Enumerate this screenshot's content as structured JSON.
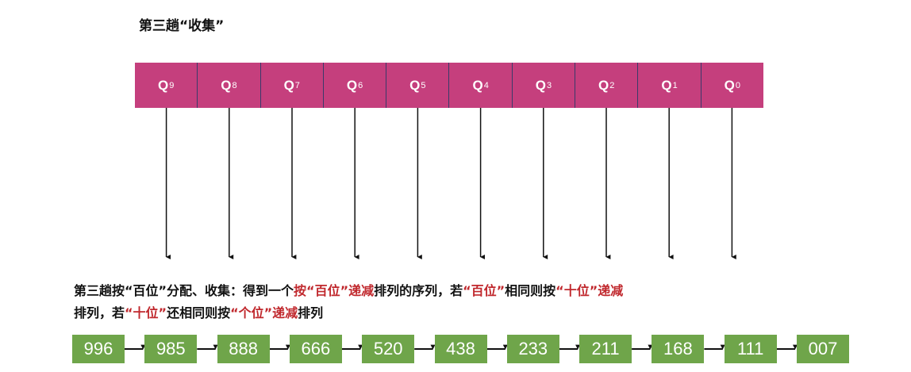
{
  "title": "第三趟“收集”",
  "queues": [
    {
      "label": "Q",
      "sub": "9"
    },
    {
      "label": "Q",
      "sub": "8"
    },
    {
      "label": "Q",
      "sub": "7"
    },
    {
      "label": "Q",
      "sub": "6"
    },
    {
      "label": "Q",
      "sub": "5"
    },
    {
      "label": "Q",
      "sub": "4"
    },
    {
      "label": "Q",
      "sub": "3"
    },
    {
      "label": "Q",
      "sub": "2"
    },
    {
      "label": "Q",
      "sub": "1"
    },
    {
      "label": "Q",
      "sub": "0"
    }
  ],
  "description": {
    "line1": [
      {
        "text": "第三趟按“百位”分配、收集：得到一个",
        "red": false
      },
      {
        "text": "按“百位”递减",
        "red": true
      },
      {
        "text": "排列的序列，若",
        "red": false
      },
      {
        "text": "“百位”",
        "red": true
      },
      {
        "text": "相同则按",
        "red": false
      },
      {
        "text": "“十位”递减",
        "red": true
      }
    ],
    "line2": [
      {
        "text": "排列，若",
        "red": false
      },
      {
        "text": "“十位”",
        "red": true
      },
      {
        "text": "还相同则按",
        "red": false
      },
      {
        "text": "“个位”递减",
        "red": true
      },
      {
        "text": "排列",
        "red": false
      }
    ]
  },
  "sequence": [
    "996",
    "985",
    "888",
    "666",
    "520",
    "438",
    "233",
    "211",
    "168",
    "111",
    "007"
  ],
  "colors": {
    "queue_fill": "#c53f7d",
    "queue_divider": "#3a3a6a",
    "node_fill": "#6fa54a",
    "highlight_text": "#c0282d",
    "arrow": "#111111"
  }
}
